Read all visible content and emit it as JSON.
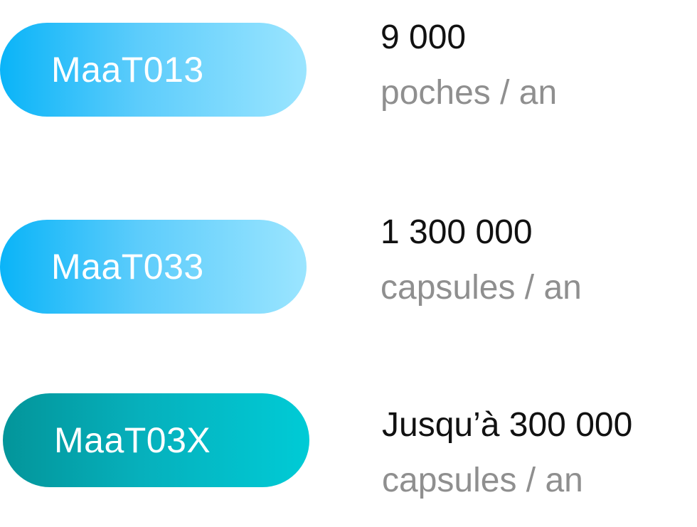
{
  "products": [
    {
      "name": "MaaT013",
      "value": "9 000",
      "unit": "poches / an",
      "style": "blue"
    },
    {
      "name": "MaaT033",
      "value": "1 300 000",
      "unit": "capsules / an",
      "style": "blue"
    },
    {
      "name": "MaaT03X",
      "value": "Jusqu’à 300 000",
      "unit": "capsules / an",
      "style": "teal"
    }
  ],
  "colors": {
    "blue_start": "#0ab4f8",
    "blue_end": "#9be5ff",
    "teal_start": "#03959a",
    "teal_end": "#00cbd6",
    "value_text": "#111111",
    "unit_text": "#8f8f8f",
    "pill_text": "#ffffff"
  }
}
